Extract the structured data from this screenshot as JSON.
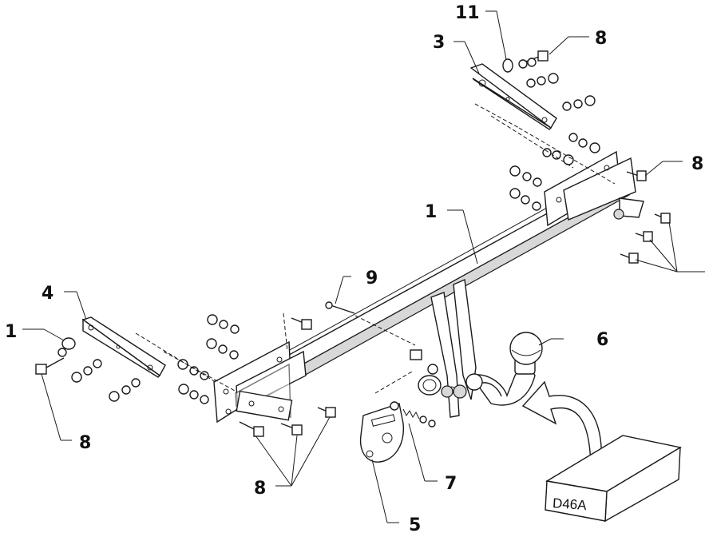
{
  "labels": {
    "l11": "11",
    "l3": "3",
    "l8_top": "8",
    "l8_right": "8",
    "l1_bar": "1",
    "l9": "9",
    "l4": "4",
    "l1_left": "1",
    "l6": "6",
    "l8_left": "8",
    "l8_bottom": "8",
    "l7": "7",
    "l5": "5"
  },
  "box_label": "D46A"
}
